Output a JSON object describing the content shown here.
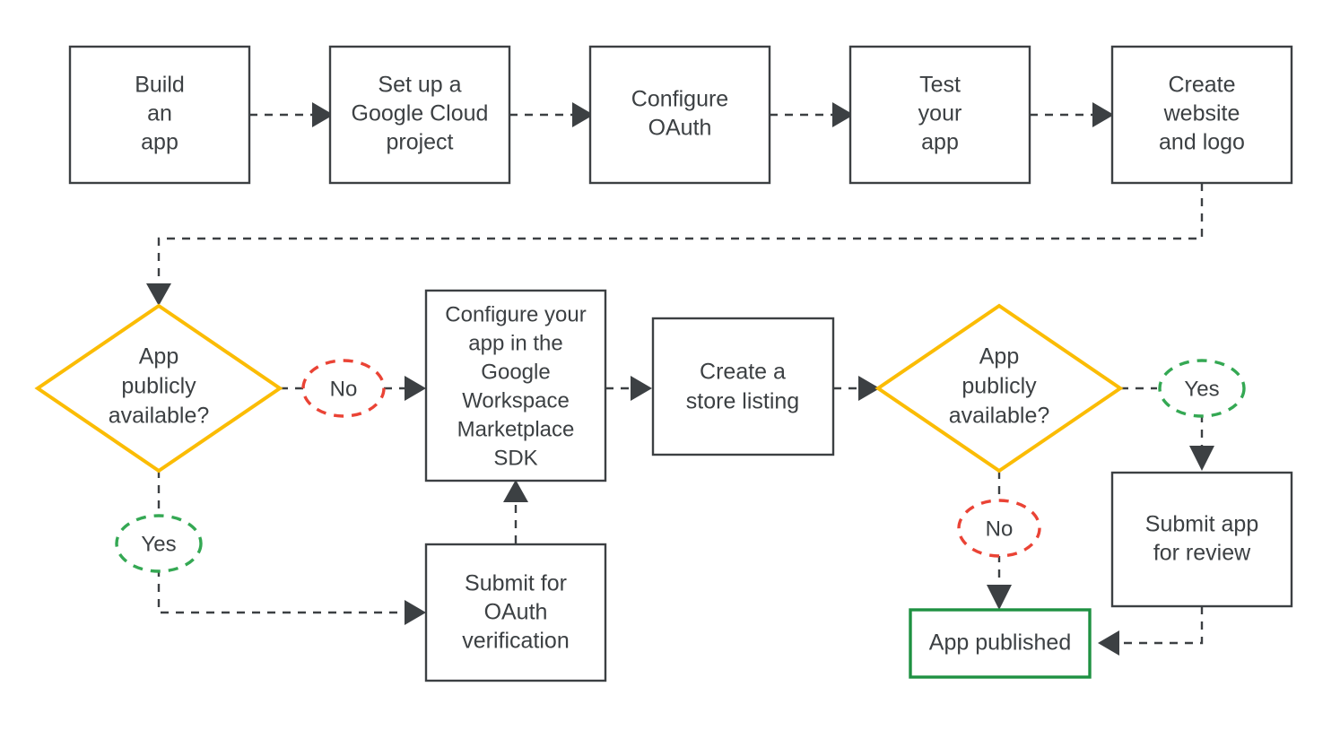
{
  "diagram": {
    "type": "flowchart",
    "title": "Google Workspace Marketplace app publishing flow",
    "background_color": "#ffffff",
    "colors": {
      "node_stroke": "#3c4043",
      "text": "#3c4043",
      "decision_stroke": "#fbbc04",
      "yes_label_stroke": "#34a853",
      "no_label_stroke": "#ea4335",
      "success_node_stroke": "#1e9142",
      "edge_stroke": "#3c4043"
    },
    "nodes": [
      {
        "id": "build-an-app",
        "shape": "rect",
        "lines": [
          "Build",
          "an",
          "app"
        ]
      },
      {
        "id": "set-up-project",
        "shape": "rect",
        "lines": [
          "Set up a",
          "Google Cloud",
          "project"
        ]
      },
      {
        "id": "configure-oauth",
        "shape": "rect",
        "lines": [
          "Configure",
          "OAuth"
        ]
      },
      {
        "id": "test-your-app",
        "shape": "rect",
        "lines": [
          "Test",
          "your",
          "app"
        ]
      },
      {
        "id": "create-website-logo",
        "shape": "rect",
        "lines": [
          "Create",
          "website",
          "and logo"
        ]
      },
      {
        "id": "decision-public-1",
        "shape": "diamond",
        "lines": [
          "App",
          "publicly",
          "available?"
        ]
      },
      {
        "id": "configure-sdk",
        "shape": "rect",
        "lines": [
          "Configure your",
          "app in the",
          "Google",
          "Workspace",
          "Marketplace",
          "SDK"
        ]
      },
      {
        "id": "create-store-listing",
        "shape": "rect",
        "lines": [
          "Create a",
          "store listing"
        ]
      },
      {
        "id": "decision-public-2",
        "shape": "diamond",
        "lines": [
          "App",
          "publicly",
          "available?"
        ]
      },
      {
        "id": "submit-oauth",
        "shape": "rect",
        "lines": [
          "Submit for",
          "OAuth",
          "verification"
        ]
      },
      {
        "id": "submit-app-review",
        "shape": "rect",
        "lines": [
          "Submit app",
          "for review"
        ]
      },
      {
        "id": "app-published",
        "shape": "rect-success",
        "lines": [
          "App published"
        ]
      }
    ],
    "edge_labels": [
      {
        "id": "label-no-1",
        "text": "No",
        "branch": "no",
        "from": "decision-public-1",
        "to": "configure-sdk"
      },
      {
        "id": "label-yes-1",
        "text": "Yes",
        "branch": "yes",
        "from": "decision-public-1",
        "to": "submit-oauth"
      },
      {
        "id": "label-yes-2",
        "text": "Yes",
        "branch": "yes",
        "from": "decision-public-2",
        "to": "submit-app-review"
      },
      {
        "id": "label-no-2",
        "text": "No",
        "branch": "no",
        "from": "decision-public-2",
        "to": "app-published"
      }
    ],
    "edges": [
      {
        "from": "build-an-app",
        "to": "set-up-project"
      },
      {
        "from": "set-up-project",
        "to": "configure-oauth"
      },
      {
        "from": "configure-oauth",
        "to": "test-your-app"
      },
      {
        "from": "test-your-app",
        "to": "create-website-logo"
      },
      {
        "from": "create-website-logo",
        "to": "decision-public-1"
      },
      {
        "from": "decision-public-1",
        "to": "configure-sdk",
        "label": "No"
      },
      {
        "from": "decision-public-1",
        "to": "submit-oauth",
        "label": "Yes"
      },
      {
        "from": "submit-oauth",
        "to": "configure-sdk"
      },
      {
        "from": "configure-sdk",
        "to": "create-store-listing"
      },
      {
        "from": "create-store-listing",
        "to": "decision-public-2"
      },
      {
        "from": "decision-public-2",
        "to": "submit-app-review",
        "label": "Yes"
      },
      {
        "from": "decision-public-2",
        "to": "app-published",
        "label": "No"
      },
      {
        "from": "submit-app-review",
        "to": "app-published"
      }
    ]
  },
  "text": {
    "build_an_app": {
      "l1": "Build",
      "l2": "an",
      "l3": "app"
    },
    "set_up_project": {
      "l1": "Set up a",
      "l2": "Google Cloud",
      "l3": "project"
    },
    "configure_oauth": {
      "l1": "Configure",
      "l2": "OAuth"
    },
    "test_your_app": {
      "l1": "Test",
      "l2": "your",
      "l3": "app"
    },
    "create_website_logo": {
      "l1": "Create",
      "l2": "website",
      "l3": "and logo"
    },
    "decision_public_1": {
      "l1": "App",
      "l2": "publicly",
      "l3": "available?"
    },
    "decision_public_2": {
      "l1": "App",
      "l2": "publicly",
      "l3": "available?"
    },
    "configure_sdk": {
      "l1": "Configure your",
      "l2": "app in the",
      "l3": "Google",
      "l4": "Workspace",
      "l5": "Marketplace",
      "l6": "SDK"
    },
    "create_store_listing": {
      "l1": "Create a",
      "l2": "store listing"
    },
    "submit_oauth": {
      "l1": "Submit for",
      "l2": "OAuth",
      "l3": "verification"
    },
    "submit_app_review": {
      "l1": "Submit app",
      "l2": "for review"
    },
    "app_published": {
      "l1": "App published"
    },
    "labels": {
      "no_1": "No",
      "yes_1": "Yes",
      "yes_2": "Yes",
      "no_2": "No"
    }
  }
}
